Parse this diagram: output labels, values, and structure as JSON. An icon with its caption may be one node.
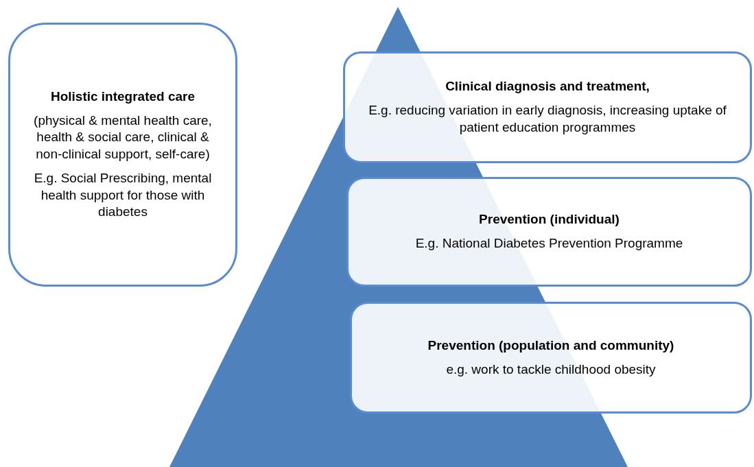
{
  "diagram": {
    "nodes": [
      {
        "text": [
          "Holistic integrated care",
          "(physical & mental health care, health & social care, clinical & non-clinical support, self-care)",
          "E.g. Social Prescribing, mental health support for those with diabetes"
        ]
      },
      {
        "text": [
          "Clinical diagnosis and treatment,",
          "E.g. reducing variation in early diagnosis, increasing uptake of patient education programmes"
        ]
      },
      {
        "text": [
          "Prevention (individual)",
          "E.g. National Diabetes Prevention Programme"
        ]
      },
      {
        "text": [
          "Prevention (population and community)",
          "e.g. work to tackle childhood obesity"
        ]
      }
    ]
  }
}
